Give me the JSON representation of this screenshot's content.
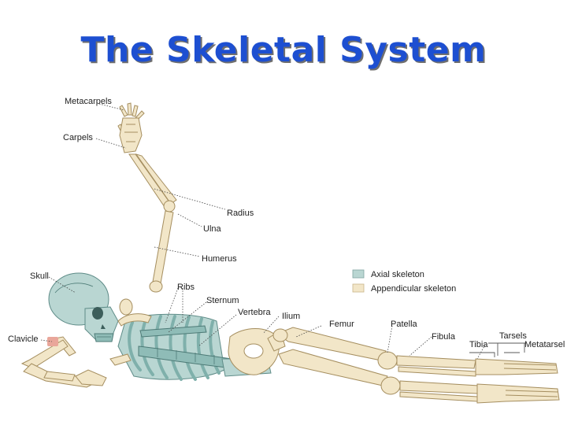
{
  "title": "The Skeletal System",
  "labels": {
    "metacarpels": "Metacarpels",
    "carpels": "Carpels",
    "radius": "Radius",
    "ulna": "Ulna",
    "humerus": "Humerus",
    "skull": "Skull",
    "ribs": "Ribs",
    "sternum": "Sternum",
    "vertebra": "Vertebra",
    "ilium": "Ilium",
    "femur": "Femur",
    "patella": "Patella",
    "fibula": "Fibula",
    "tarsels": "Tarsels",
    "tibia": "Tibia",
    "metatarsel": "Metatarsel",
    "clavicle": "Clavicle"
  },
  "legend": {
    "axial": "Axial skeleton",
    "appendicular": "Appendicular skeleton"
  },
  "colors": {
    "title": "#1d4fd1",
    "axial_skeleton": "#b9d6d2",
    "appendicular_skeleton": "#f2e6c8"
  }
}
